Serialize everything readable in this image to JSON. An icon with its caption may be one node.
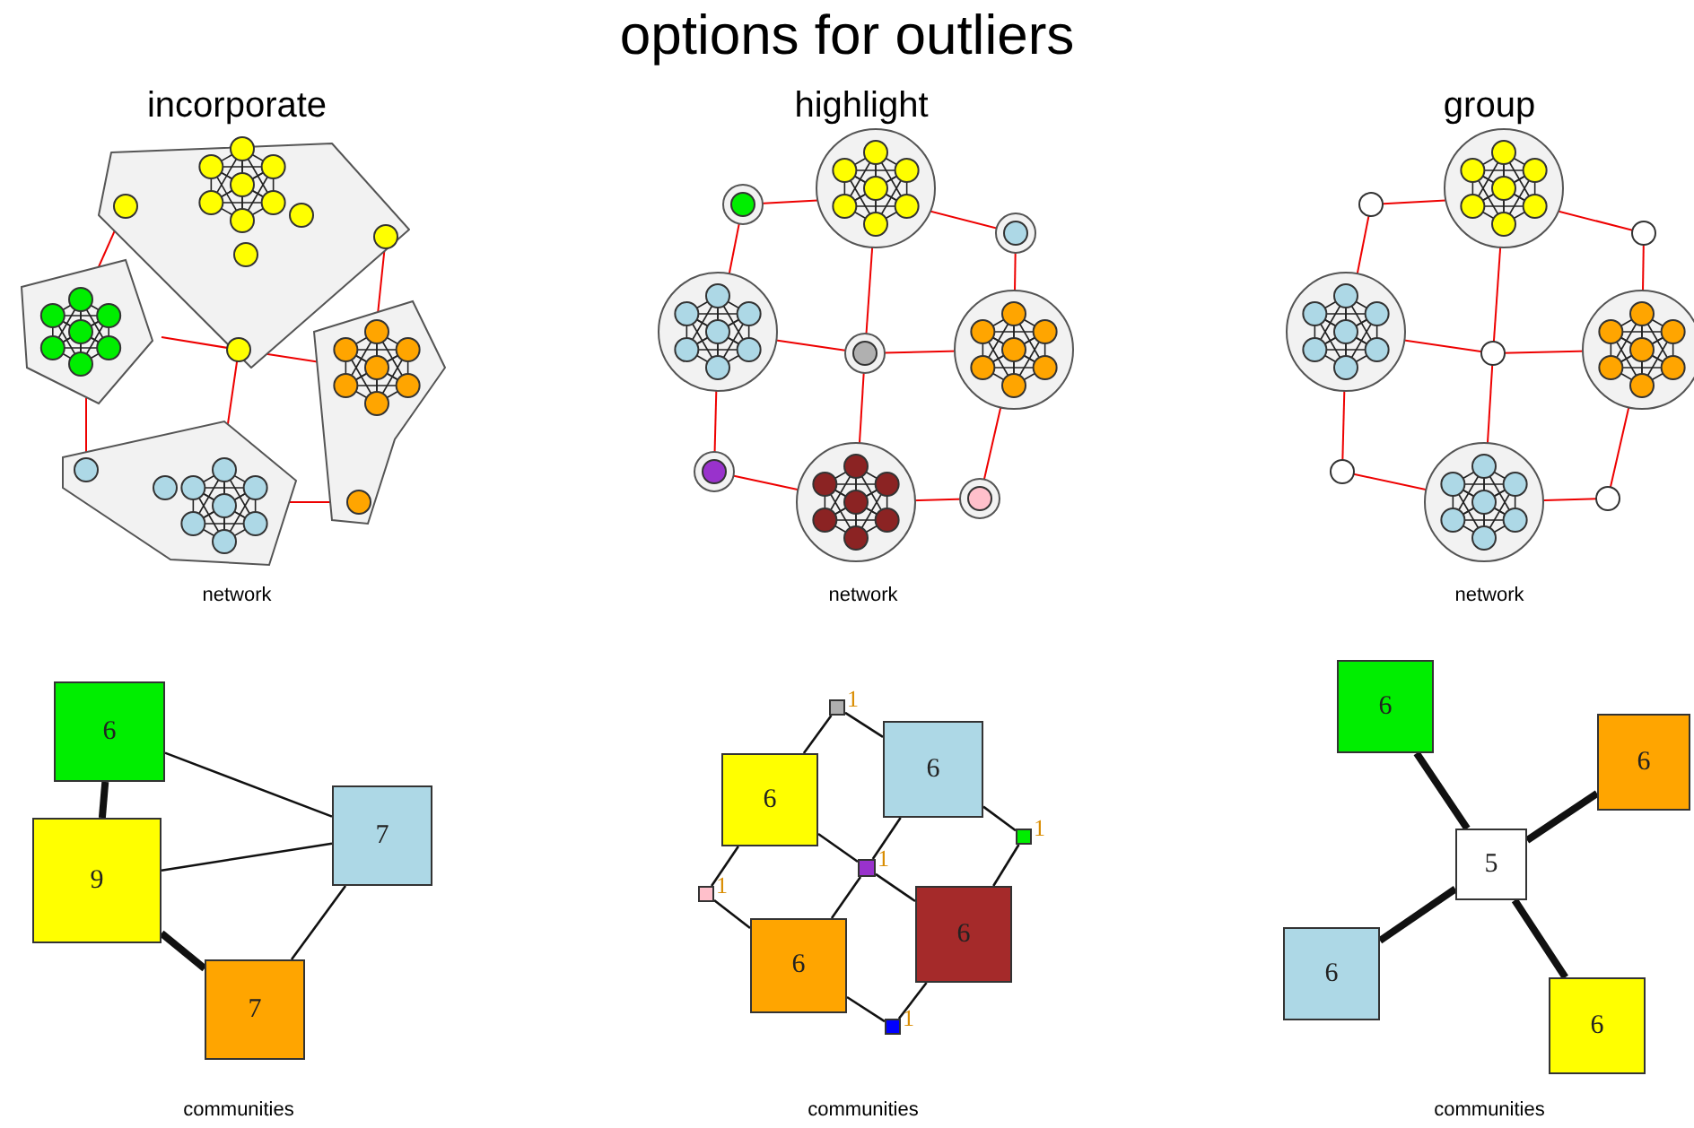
{
  "diagram": {
    "title": "options for outliers",
    "nodes": [
      {
        "text": [
          "6"
        ]
      },
      {
        "text": [
          "9"
        ]
      },
      {
        "text": [
          "7"
        ]
      },
      {
        "text": [
          "7"
        ]
      },
      {
        "text": [],
        "shape": "box",
        "beside": [
          "1"
        ]
      },
      {
        "text": [
          "6"
        ]
      },
      {
        "text": [
          "6"
        ]
      },
      {
        "text": [],
        "shape": "box",
        "beside": [
          "1"
        ]
      },
      {
        "text": [],
        "shape": "box",
        "beside": [
          "1"
        ]
      },
      {
        "text": [],
        "shape": "box",
        "beside": [
          "1"
        ]
      },
      {
        "text": [
          "6"
        ]
      },
      {
        "text": [
          "6"
        ]
      },
      {
        "text": [],
        "shape": "box",
        "beside": [
          "1"
        ]
      },
      {
        "text": [
          "6"
        ]
      },
      {
        "text": [
          "6"
        ]
      },
      {
        "text": [
          "5"
        ]
      },
      {
        "text": [
          "6"
        ]
      },
      {
        "text": [
          "6"
        ]
      }
    ],
    "edges": [
      {
        "from": 0,
        "to": 1,
        "arrow": "none",
        "style": "thick"
      },
      {
        "from": 0,
        "to": 2,
        "arrow": "none"
      },
      {
        "from": 1,
        "to": 2,
        "arrow": "none"
      },
      {
        "from": 1,
        "to": 3,
        "arrow": "none",
        "style": "thick"
      },
      {
        "from": 3,
        "to": 2,
        "arrow": "none"
      },
      {
        "from": 4,
        "to": 6,
        "arrow": "none"
      },
      {
        "from": 4,
        "to": 5,
        "arrow": "none"
      },
      {
        "from": 5,
        "to": 8,
        "arrow": "none"
      },
      {
        "from": 6,
        "to": 7,
        "arrow": "none"
      },
      {
        "from": 5,
        "to": 7,
        "arrow": "none"
      },
      {
        "from": 7,
        "to": 10,
        "arrow": "none"
      },
      {
        "from": 7,
        "to": 11,
        "arrow": "none"
      },
      {
        "from": 9,
        "to": 6,
        "arrow": "none"
      },
      {
        "from": 9,
        "to": 10,
        "arrow": "none"
      },
      {
        "from": 8,
        "to": 11,
        "arrow": "none"
      },
      {
        "from": 10,
        "to": 12,
        "arrow": "none"
      },
      {
        "from": 11,
        "to": 12,
        "arrow": "none"
      },
      {
        "from": 15,
        "to": 13,
        "arrow": "none",
        "style": "thick"
      },
      {
        "from": 15,
        "to": 14,
        "arrow": "none",
        "style": "thick"
      },
      {
        "from": 15,
        "to": 16,
        "arrow": "none",
        "style": "thick"
      },
      {
        "from": 15,
        "to": 17,
        "arrow": "none",
        "style": "thick"
      }
    ],
    "labels": [
      "incorporate",
      "highlight",
      "group",
      "network",
      "network",
      "network",
      "communities",
      "communities",
      "communities"
    ]
  }
}
